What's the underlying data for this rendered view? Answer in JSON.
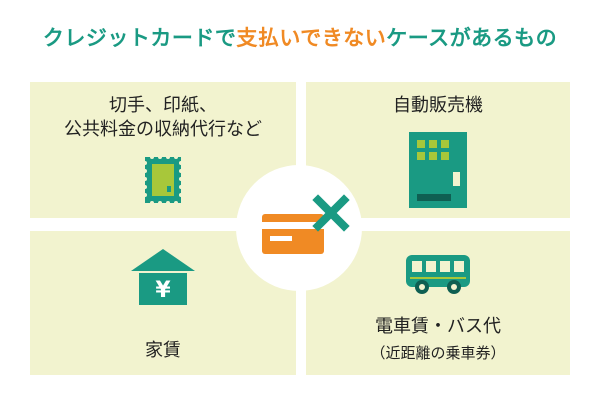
{
  "title": {
    "part1": "クレジットカードで",
    "part2": "支払いできない",
    "part3": "ケースがあるもの"
  },
  "panels": {
    "top_left": {
      "line1": "切手、印紙、",
      "line2": "公共料金の収納代行など",
      "icon": "stamp-icon"
    },
    "top_right": {
      "line1": "自動販売機",
      "icon": "vending-machine-icon"
    },
    "bottom_left": {
      "line1": "家賃",
      "icon": "house-yen-icon",
      "icon_text": "¥"
    },
    "bottom_right": {
      "line1": "電車賃・バス代",
      "line2": "（近距離の乗車券）",
      "icon": "bus-icon"
    }
  },
  "center": {
    "icon": "credit-card-crossed-icon"
  },
  "colors": {
    "green": "#1a9a83",
    "orange": "#f08a24",
    "panel": "#f2f3cf",
    "lime": "#a8c73a"
  }
}
